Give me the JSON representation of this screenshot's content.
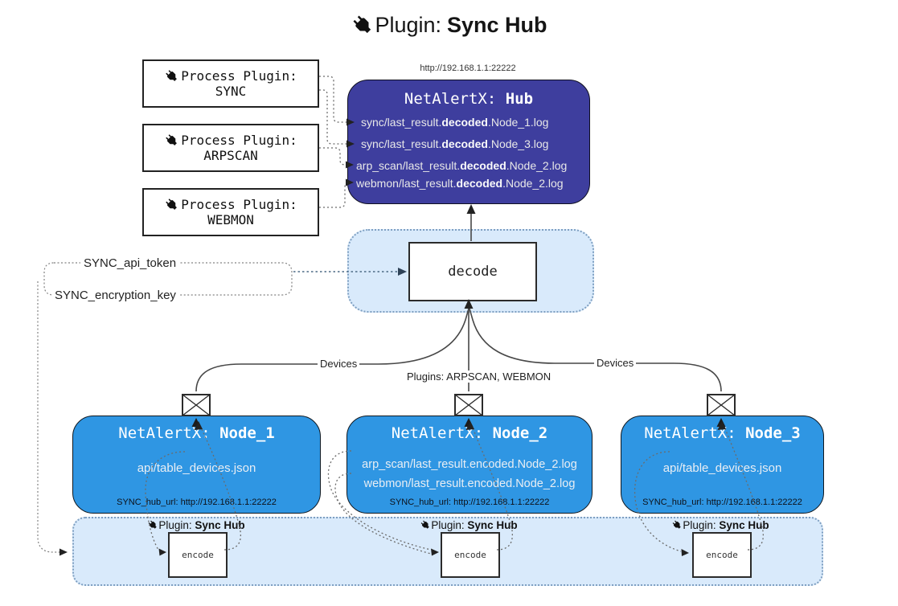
{
  "title": {
    "prefix": "Plugin:",
    "name": "Sync Hub"
  },
  "process_plugins": [
    {
      "label": "Process Plugin:",
      "name": "SYNC"
    },
    {
      "label": "Process Plugin:",
      "name": "ARPSCAN"
    },
    {
      "label": "Process Plugin:",
      "name": "WEBMON"
    }
  ],
  "hub": {
    "url": "http://192.168.1.1:22222",
    "title_prefix": "NetAlertX: ",
    "title_name": "Hub",
    "logs": [
      {
        "pre": "sync/last_result.",
        "bold": "decoded",
        "post": ".Node_1.log"
      },
      {
        "pre": "sync/last_result.",
        "bold": "decoded",
        "post": ".Node_3.log"
      },
      {
        "pre": "arp_scan/last_result.",
        "bold": "decoded",
        "post": ".Node_2.log"
      },
      {
        "pre": "webmon/last_result.",
        "bold": "decoded",
        "post": ".Node_2.log"
      }
    ]
  },
  "decode": {
    "label": "decode"
  },
  "config": {
    "api_token": "SYNC_api_token",
    "encryption_key": "SYNC_encryption_key"
  },
  "edge_labels": {
    "devices_left": "Devices",
    "devices_right": "Devices",
    "plugins": "Plugins: ARPSCAN, WEBMON"
  },
  "nodes": [
    {
      "title_prefix": "NetAlertX: ",
      "title_name": "Node_1",
      "files": [
        "api/table_devices.json"
      ],
      "footer": "SYNC_hub_url: http://192.168.1.1:22222"
    },
    {
      "title_prefix": "NetAlertX: ",
      "title_name": "Node_2",
      "files": [
        "arp_scan/last_result.encoded.Node_2.log",
        "webmon/last_result.encoded.Node_2.log"
      ],
      "footer": "SYNC_hub_url: http://192.168.1.1:22222"
    },
    {
      "title_prefix": "NetAlertX: ",
      "title_name": "Node_3",
      "files": [
        "api/table_devices.json"
      ],
      "footer": "SYNC_hub_url: http://192.168.1.1:22222"
    }
  ],
  "encoders": [
    {
      "plugin_label": "Plugin: ",
      "plugin_name": "Sync Hub",
      "box_label": "encode"
    },
    {
      "plugin_label": "Plugin: ",
      "plugin_name": "Sync Hub",
      "box_label": "encode"
    },
    {
      "plugin_label": "Plugin: ",
      "plugin_name": "Sync Hub",
      "box_label": "encode"
    }
  ],
  "colors": {
    "hub_bg": "#3e3e9e",
    "node_bg": "#2f96e3",
    "container_bg": "#d9eafb",
    "container_border": "#7e9fc1"
  }
}
